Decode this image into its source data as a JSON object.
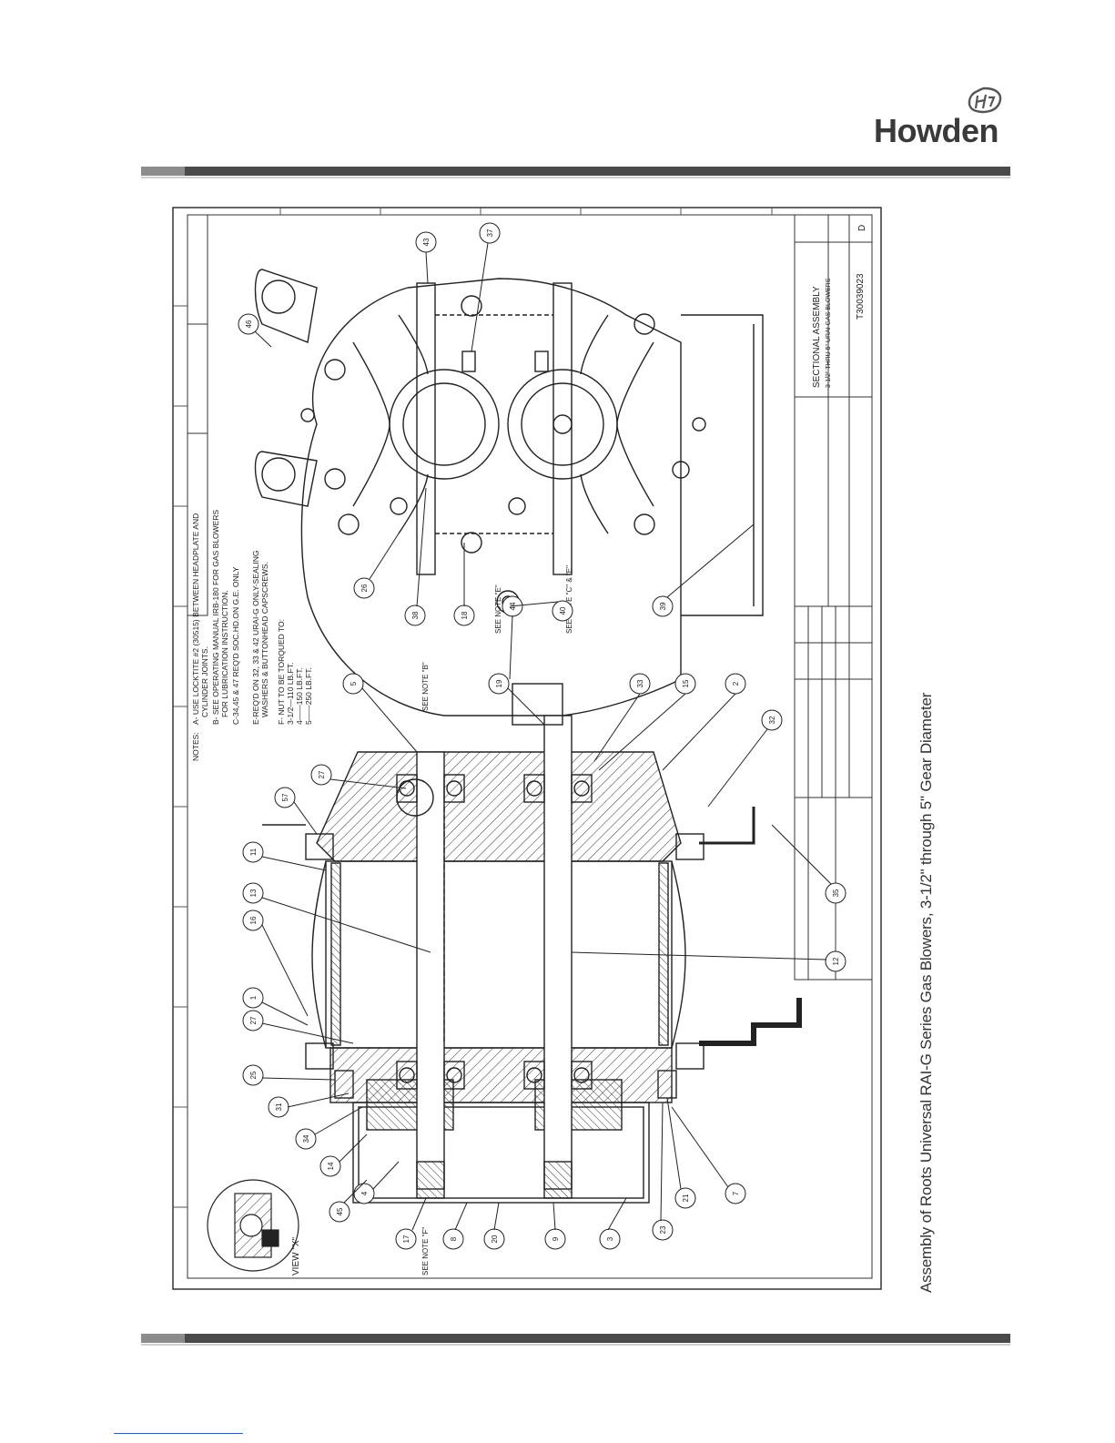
{
  "header": {
    "logo_text": "Howden"
  },
  "drawing": {
    "notes_title": "NOTES:",
    "notes": [
      "A- USE LOCKTITE #2 (30515) BETWEEN HEADPLATE AND",
      "CYLINDER JOINTS.",
      "B- SEE OPERATING MANUAL IRB-180 FOR GAS BLOWERS",
      "FOR LUBRICATION INSTRUCTION.",
      "C-34,45 & 47 REQ'D SOC.HD.ON G.E. ONLY",
      "E-REQ'D ON 32, 33 & 42 URAI-G ONLY-SEALING",
      "WASHERS & BUTTONHEAD CAPSCREWS.",
      "F- NUT TO BE TORQUED TO:",
      "3-1/2—110 LB.FT.",
      "4——150 LB.FT.",
      "5——250 LB.FT."
    ],
    "see_note_labels": [
      "SEE NOTE \"B\"",
      "SEE NOTE \"E\"",
      "SEE NOTE \"C\" & \"E\"",
      "SEE NOTE \"F\""
    ],
    "view_label": "VIEW \"X\"",
    "title_block": {
      "title": "SECTIONAL ASSEMBLY",
      "subtitle": "3-1/2\" THRU 5\" URAI GAS BLOWERS",
      "drawing_number": "T30039023",
      "revision": "D"
    },
    "balloons_side": [
      "1",
      "16",
      "11",
      "13",
      "57",
      "27",
      "5",
      "19",
      "33",
      "15",
      "2",
      "32",
      "35",
      "12",
      "27",
      "25",
      "31",
      "34",
      "14",
      "4",
      "45",
      "17",
      "8",
      "20",
      "9",
      "3",
      "23",
      "21",
      "7"
    ],
    "balloons_end": [
      "46",
      "43",
      "37",
      "26",
      "38",
      "18",
      "44",
      "40",
      "39"
    ]
  },
  "caption": "Assembly of Roots Universal RAI-G Series Gas Blowers, 3-1/2\" through 5\" Gear Diameter"
}
